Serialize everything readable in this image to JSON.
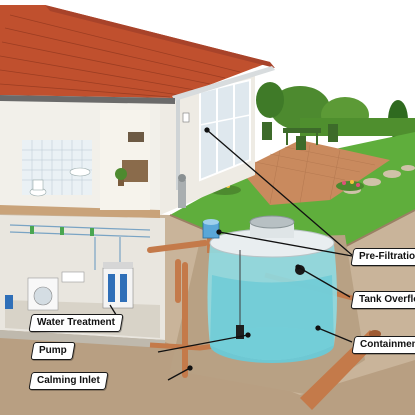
{
  "labels": {
    "pre_filtration": "Pre-Filtration",
    "tank_overflow": "Tank Overflow",
    "containment": "Containment",
    "water_treatment": "Water Treatment",
    "pump": "Pump",
    "calming_inlet": "Calming Inlet"
  },
  "colors": {
    "roof_tile": "#c0502e",
    "wall": "#e9e6df",
    "soil": "#c9b49a",
    "pipe": "#c47a4a",
    "tank_water": "#7fd3dc",
    "lawn": "#5fae3c",
    "patio": "#c98a5e"
  }
}
